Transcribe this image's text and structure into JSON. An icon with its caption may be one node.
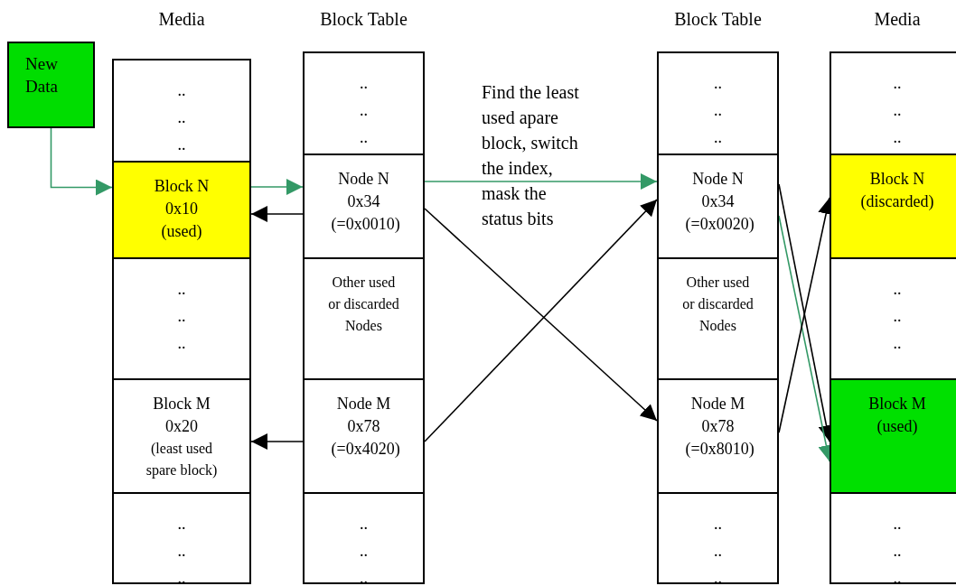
{
  "diagram": {
    "nodes": [
      {
        "text": [
          "New Data"
        ]
      },
      {
        "text": [
          "Media"
        ]
      },
      {
        "text": [
          ".. .. .."
        ],
        "in": 1
      },
      {
        "text": [
          "Block N 0x10 (used)"
        ],
        "in": 1
      },
      {
        "text": [
          ".. .. .."
        ],
        "in": 1
      },
      {
        "text": [
          "Block M 0x20",
          "(least used spare block)"
        ],
        "in": 1
      },
      {
        "text": [
          ".. .. .."
        ],
        "in": 1
      },
      {
        "text": [
          "Block Table"
        ]
      },
      {
        "text": [
          ".. .. .."
        ],
        "in": 7
      },
      {
        "text": [
          "Node N 0x34 (=0x0010)"
        ],
        "in": 7
      },
      {
        "text": [
          "Other used or discarded Nodes"
        ],
        "in": 7
      },
      {
        "text": [
          "Node M 0x78 (=0x4020)"
        ],
        "in": 7
      },
      {
        "text": [
          ".. .. .."
        ],
        "in": 7
      },
      {
        "text": [
          "Block Table"
        ]
      },
      {
        "text": [
          ".. .. .."
        ],
        "in": 13
      },
      {
        "text": [
          "Node N 0x34 (=0x0020)"
        ],
        "in": 13
      },
      {
        "text": [
          "Other used or discarded Nodes"
        ],
        "in": 13
      },
      {
        "text": [
          "Node M 0x78 (=0x8010)"
        ],
        "in": 13
      },
      {
        "text": [
          ".. .. .."
        ],
        "in": 13
      },
      {
        "text": [
          "Media"
        ]
      },
      {
        "text": [
          ".. .. .."
        ],
        "in": 19
      },
      {
        "text": [
          "Block N (discarded)"
        ],
        "in": 19
      },
      {
        "text": [
          ".. .. .."
        ],
        "in": 19
      },
      {
        "text": [
          "Block M (used)"
        ],
        "in": 19
      },
      {
        "text": [
          ".. .. .."
        ],
        "in": 19
      }
    ],
    "edges": [
      {
        "from": 0,
        "to": 3,
        "arrow": "to",
        "color": "#339966"
      },
      {
        "from": 3,
        "to": 9,
        "arrow": "to",
        "color": "#339966"
      },
      {
        "from": 9,
        "to": 3,
        "arrow": "to"
      },
      {
        "from": 11,
        "to": 5,
        "arrow": "to"
      },
      {
        "from": 9,
        "to": 15,
        "arrow": "to",
        "color": "#339966"
      },
      {
        "from": 9,
        "to": 17,
        "arrow": "to"
      },
      {
        "from": 11,
        "to": 15,
        "arrow": "to"
      },
      {
        "from": 15,
        "to": 23,
        "arrow": "to"
      },
      {
        "from": 15,
        "to": 23,
        "arrow": "to",
        "color": "#339966"
      },
      {
        "from": 17,
        "to": 21,
        "arrow": "to"
      }
    ],
    "labels": [
      "Find the least used apare block, switch the index, mask the status bits"
    ]
  }
}
